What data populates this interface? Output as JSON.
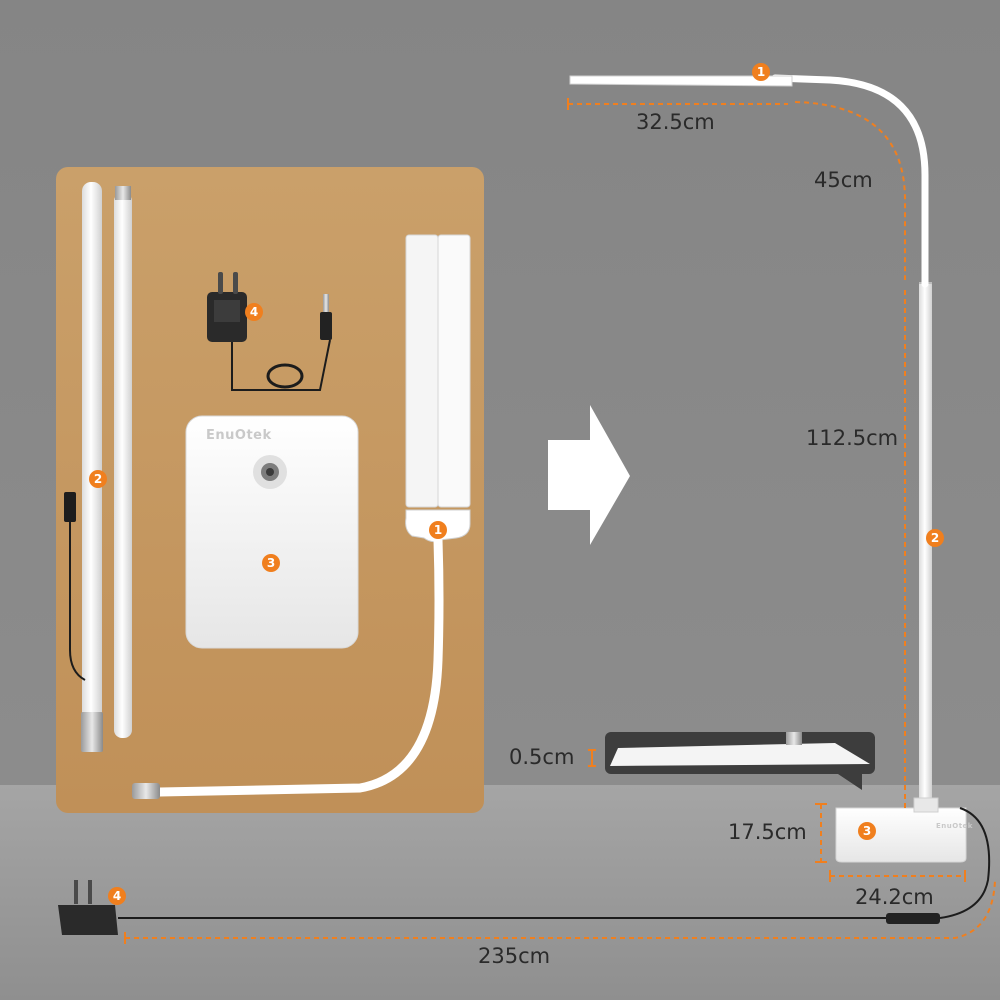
{
  "colors": {
    "background": "#8a8a8a",
    "floor": "#9b9b9b",
    "tray": "#c59a63",
    "badge": "#f07f1e",
    "dimension_line": "#f07f1e",
    "lamp": "#ffffff"
  },
  "unpacked_parts": {
    "brand_logo": "EnuOtek",
    "labels": [
      {
        "id": "head-badge",
        "text": "1"
      },
      {
        "id": "pole-badge",
        "text": "2"
      },
      {
        "id": "base-badge",
        "text": "3"
      },
      {
        "id": "adapter-badge",
        "text": "4"
      }
    ]
  },
  "assembled_lamp": {
    "labels": [
      {
        "id": "head-badge",
        "text": "1"
      },
      {
        "id": "pole-badge",
        "text": "2"
      },
      {
        "id": "base-badge",
        "text": "3"
      },
      {
        "id": "adapter-badge",
        "text": "4"
      }
    ],
    "dimensions": {
      "head_length": "32.5cm",
      "gooseneck_length": "45cm",
      "pole_height": "112.5cm",
      "base_thickness": "0.5cm",
      "base_depth": "17.5cm",
      "base_width": "24.2cm",
      "cable_length": "235cm"
    }
  }
}
